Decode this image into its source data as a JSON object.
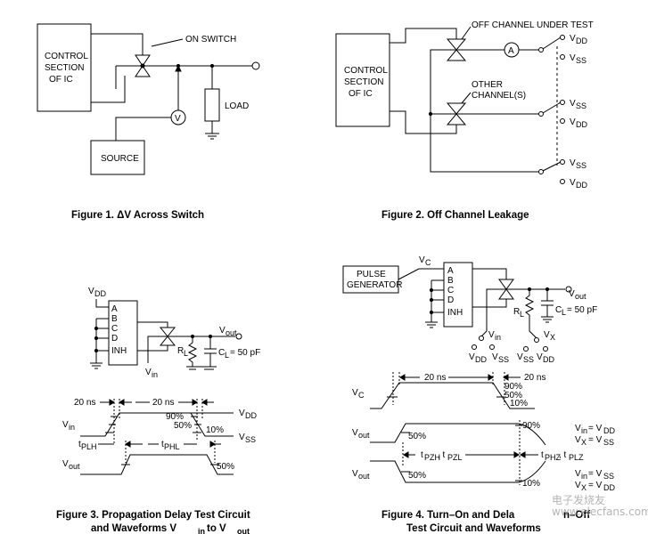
{
  "fig1": {
    "control": [
      "CONTROL",
      "SECTION",
      "OF IC"
    ],
    "on_switch": "ON SWITCH",
    "load": "LOAD",
    "meter": "V",
    "source": "SOURCE",
    "caption": "Figure 1. ΔV Across Switch"
  },
  "fig2": {
    "control": [
      "CONTROL",
      "SECTION",
      "OF IC"
    ],
    "off_channel": "OFF CHANNEL UNDER TEST",
    "other_channels": [
      "OTHER",
      "CHANNEL(S)"
    ],
    "ammeter": "A",
    "vdd": "V",
    "vdd_sub": "DD",
    "vss": "V",
    "vss_sub": "SS",
    "caption": "Figure 2. Off Channel Leakage"
  },
  "fig3": {
    "vdd": "V",
    "vdd_sub": "DD",
    "pins": [
      "A",
      "B",
      "C",
      "D",
      "INH"
    ],
    "vout": "V",
    "vout_sub": "out",
    "vin": "V",
    "vin_sub": "in",
    "rl": "R",
    "rl_sub": "L",
    "cl": "C",
    "cl_sub": "L",
    "cl_value": " = 50 pF",
    "t20_a": "20 ns",
    "t20_b": "20 ns",
    "p90": "90%",
    "p50": "50%",
    "p10": "10%",
    "p50b": "50%",
    "vdd_r": "V",
    "vdd_r_sub": "DD",
    "vss_r": "V",
    "vss_r_sub": "SS",
    "tplh": "t",
    "tplh_sub": "PLH",
    "tphl": "t",
    "tphl_sub": "PHL",
    "caption1": "Figure 3. Propagation Delay Test Circuit",
    "caption2a": "and Waveforms V",
    "caption2_sub": "in",
    "caption2b": " to V",
    "caption2_sub2": "out"
  },
  "fig4": {
    "pulse": [
      "PULSE",
      "GENERATOR"
    ],
    "vc": "V",
    "vc_sub": "C",
    "pins": [
      "A",
      "B",
      "C",
      "D",
      "INH"
    ],
    "vout": "V",
    "vout_sub": "out",
    "rl": "R",
    "rl_sub": "L",
    "cl": "C",
    "cl_sub": "L",
    "cl_value": " = 50 pF",
    "vin": "V",
    "vin_sub": "in",
    "vx": "V",
    "vx_sub": "X",
    "vdd": "V",
    "vdd_sub": "DD",
    "vss": "V",
    "vss_sub": "SS",
    "t20_a": "20 ns",
    "t20_b": "20 ns",
    "p90": "90%",
    "p50": "50%",
    "p10": "10%",
    "p90r": "90%",
    "p50a": "50%",
    "p50b": "50%",
    "p10r": "10%",
    "tpzh": "t",
    "tpzh_sub": "PZH",
    "tpzl": ", t",
    "tpzl_sub": "PZL",
    "tphz": "t",
    "tphz_sub": "PHZ",
    "tplz": ", t",
    "tplz_sub": "PLZ",
    "cond1a": "V",
    "cond1a_sub": "in",
    "cond1a_val": " = V",
    "cond1a_val_sub": "DD",
    "cond1b": "V",
    "cond1b_sub": "X",
    "cond1b_val": " = V",
    "cond1b_val_sub": "SS",
    "cond2a": "V",
    "cond2a_sub": "in",
    "cond2a_val": " = V",
    "cond2a_val_sub": "SS",
    "cond2b": "V",
    "cond2b_sub": "X",
    "cond2b_val": " = V",
    "cond2b_val_sub": "DD",
    "caption1": "Figure 4. Turn–On and Dela",
    "caption1_end": "n–Off",
    "caption2": "Test Circuit and Waveforms"
  },
  "watermark": "电子发烧友",
  "watermark_url": "www.elecfans.com"
}
